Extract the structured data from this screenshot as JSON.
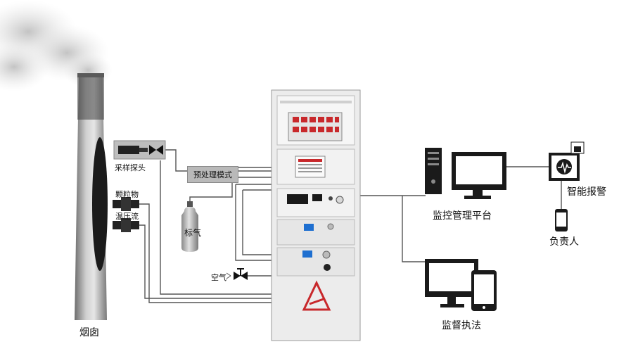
{
  "labels": {
    "chimney": "烟囱",
    "probe": "采样探头",
    "particulate": "颗粒物",
    "temp_pressure_flow": "温压流",
    "pretreatment": "预处理模式",
    "calibration_gas": "标气",
    "air": "空气",
    "monitoring_platform": "监控管理平台",
    "smart_alarm": "智能报警",
    "responsible_person": "负责人",
    "supervision_law_enforcement": "监督执法"
  },
  "colors": {
    "line": "#555555",
    "box_fill": "#b9b9b9",
    "device_dark": "#1a1a1a",
    "cabinet": "#ececec",
    "screen_red": "#c8282b"
  }
}
